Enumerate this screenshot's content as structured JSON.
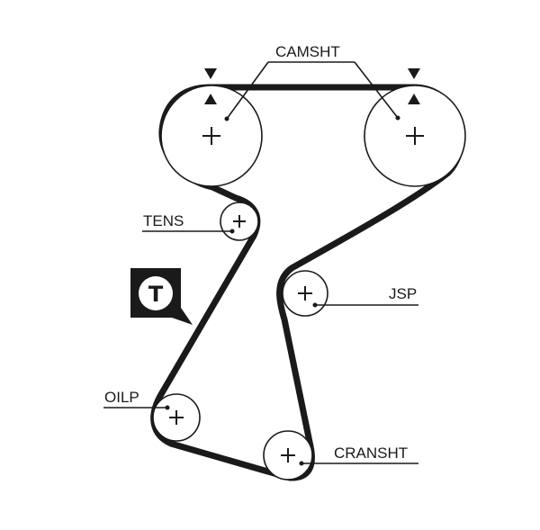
{
  "labels": {
    "camshaft": "CAMSHT",
    "tensioner": "TENS",
    "jackshaft": "JSP",
    "oil_pump": "OILP",
    "crankshaft": "CRANSHT"
  },
  "tensioner_badge": {
    "letter": "T"
  },
  "icons": {
    "timing_marks": "triangle-pointers",
    "tensioner_badge": "speech-bubble-T"
  },
  "colors": {
    "line": "#1a1a1a",
    "background": "#ffffff"
  }
}
